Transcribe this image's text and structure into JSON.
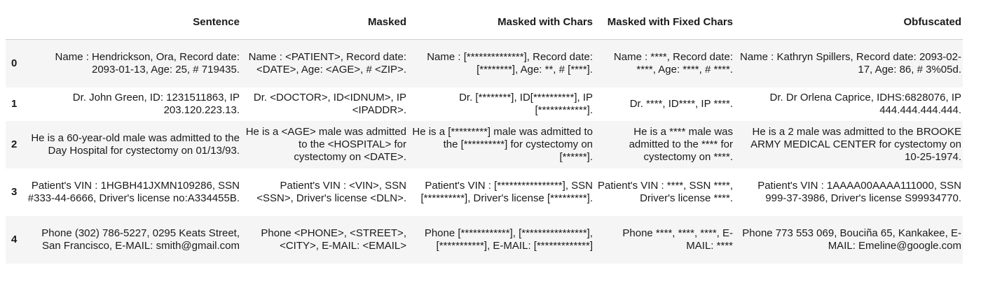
{
  "columns": [
    "Sentence",
    "Masked",
    "Masked with Chars",
    "Masked with Fixed Chars",
    "Obfuscated"
  ],
  "rows": [
    {
      "index": "0",
      "sentence": "Name : Hendrickson, Ora, Record date: 2093-01-13, Age: 25, # 719435.",
      "masked": "Name : <PATIENT>, Record date: <DATE>, Age: <AGE>, # <ZIP>.",
      "masked_chars": "Name : [**************], Record date: [********], Age: **, # [****].",
      "masked_fixed": "Name : ****, Record date: ****, Age: ****, # ****.",
      "obfuscated": "Name : Kathryn Spillers, Record date: 2093-02-17, Age: 86, # 3%05d."
    },
    {
      "index": "1",
      "sentence": "Dr. John Green, ID: 1231511863, IP 203.120.223.13.",
      "masked": "Dr. <DOCTOR>, ID<IDNUM>, IP <IPADDR>.",
      "masked_chars": "Dr. [********], ID[**********], IP [************].",
      "masked_fixed": "Dr. ****, ID****, IP ****.",
      "obfuscated": "Dr. Dr Orlena Caprice, IDHS:6828076, IP 444.444.444.444."
    },
    {
      "index": "2",
      "sentence": "He is a 60-year-old male was admitted to the Day Hospital for cystectomy on 01/13/93.",
      "masked": "He is a <AGE> male was admitted to the <HOSPITAL> for cystectomy on <DATE>.",
      "masked_chars": "He is a [*********] male was admitted to the [**********] for cystectomy on [******].",
      "masked_fixed": "He is a **** male was admitted to the **** for cystectomy on ****.",
      "obfuscated": "He is a 2 male was admitted to the BROOKE ARMY MEDICAL CENTER for cystectomy on 10-25-1974."
    },
    {
      "index": "3",
      "sentence": "Patient's VIN : 1HGBH41JXMN109286, SSN #333-44-6666, Driver's license no:A334455B.",
      "masked": "Patient's VIN : <VIN>, SSN <SSN>, Driver's license <DLN>.",
      "masked_chars": "Patient's VIN : [****************], SSN [**********], Driver's license [*********].",
      "masked_fixed": "Patient's VIN : ****, SSN ****, Driver's license ****.",
      "obfuscated": "Patient's VIN : 1AAAA00AAAA111000, SSN 999-37-3986, Driver's license S99934770."
    },
    {
      "index": "4",
      "sentence": "Phone (302) 786-5227, 0295 Keats Street, San Francisco, E-MAIL: smith@gmail.com",
      "masked": "Phone <PHONE>, <STREET>, <CITY>, E-MAIL: <EMAIL>",
      "masked_chars": "Phone [************], [****************], [***********], E-MAIL: [*************]",
      "masked_fixed": "Phone ****, ****, ****, E-MAIL: ****",
      "obfuscated": "Phone 773 553 069, Bouciña 65, Kankakee, E-MAIL: Emeline@google.com"
    }
  ]
}
